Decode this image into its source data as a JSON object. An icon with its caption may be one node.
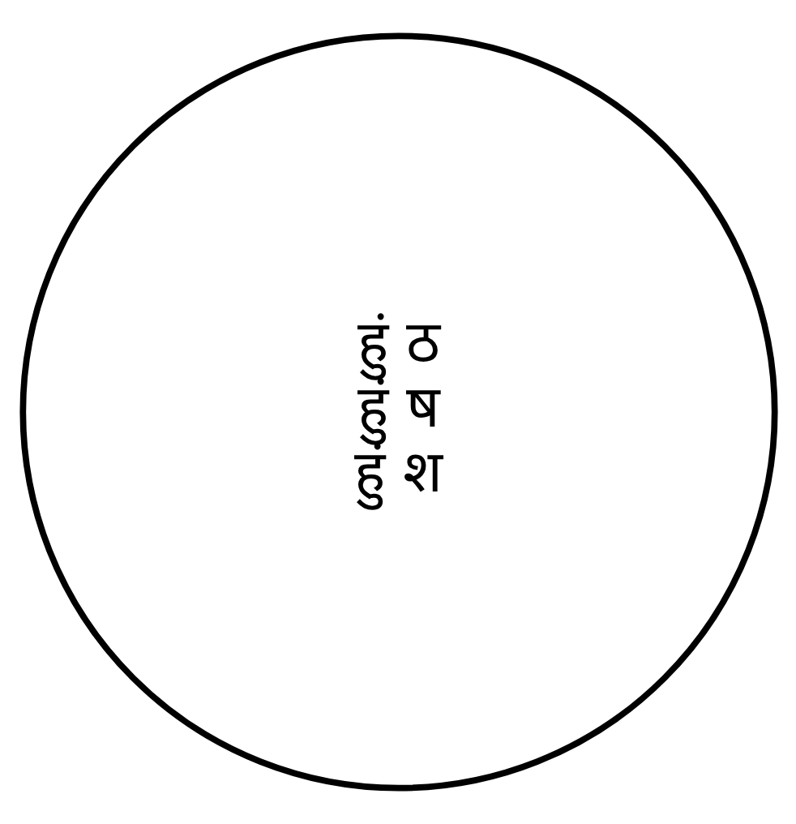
{
  "diagram": {
    "nodes": [
      {
        "text": [
          "हुं ठ",
          "हुं ष",
          "हुं श"
        ]
      }
    ]
  }
}
